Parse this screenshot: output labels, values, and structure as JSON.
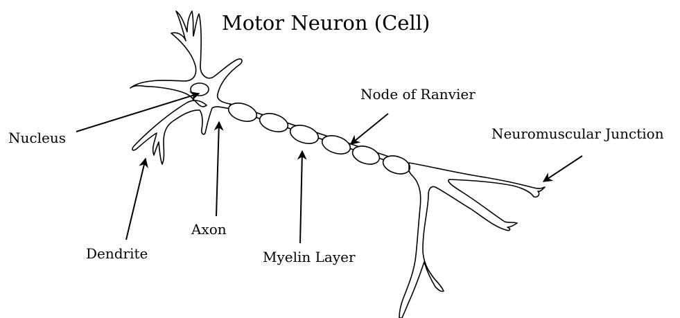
{
  "diagram": {
    "title": "Motor Neuron (Cell)",
    "labels": {
      "nucleus": "Nucleus",
      "dendrite": "Dendrite",
      "axon": "Axon",
      "myelin_layer": "Myelin Layer",
      "node_of_ranvier": "Node of Ranvier",
      "neuromuscular_junction": "Neuromuscular Junction"
    }
  }
}
